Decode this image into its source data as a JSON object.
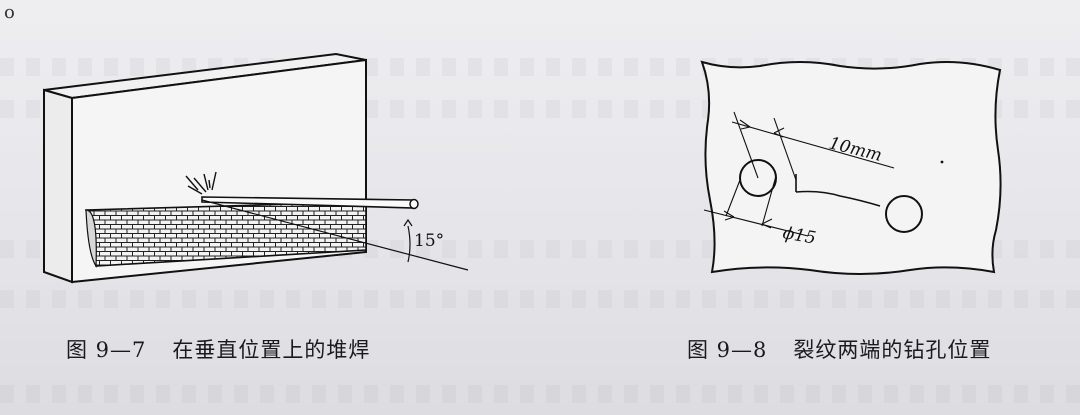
{
  "corner_mark": "o",
  "fig_9_7": {
    "number": "图 9—7",
    "title": "在垂直位置上的堆焊",
    "angle_label": "15°"
  },
  "fig_9_8": {
    "number": "图 9—8",
    "title": "裂纹两端的钻孔位置",
    "distance_label": "10mm",
    "diameter_label": "ϕ15"
  }
}
